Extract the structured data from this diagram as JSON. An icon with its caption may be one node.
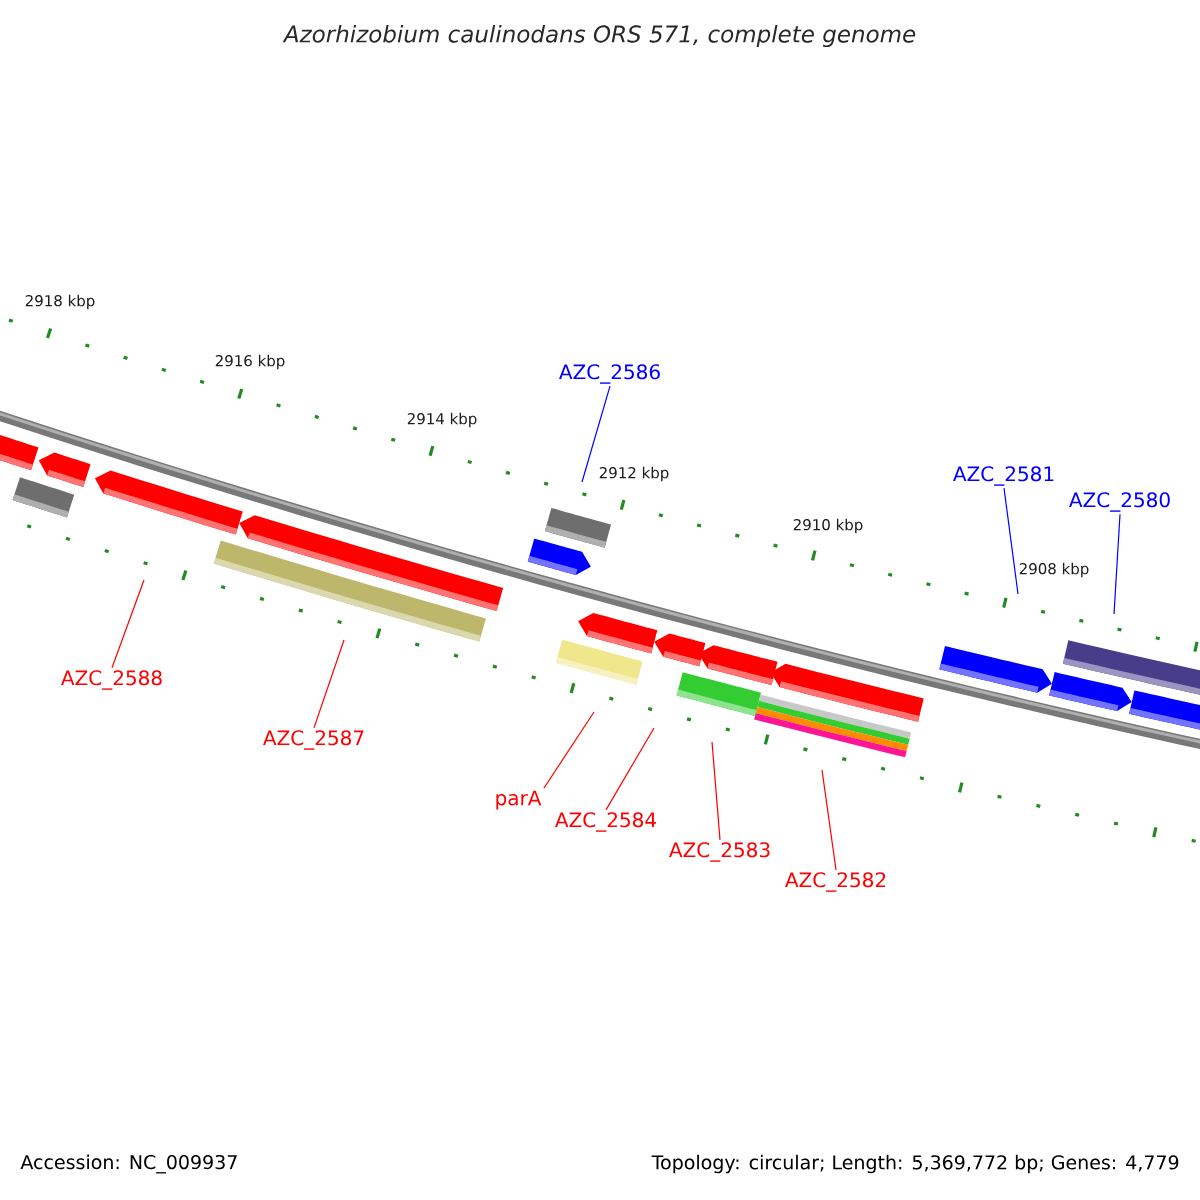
{
  "diagram": {
    "title": "Azorhizobium caulinodans ORS 571, complete genome",
    "nodes": [
      {
        "text": [
          "AZC_2586"
        ]
      },
      {
        "text": [
          "AZC_2581"
        ]
      },
      {
        "text": [
          "AZC_2580"
        ]
      },
      {
        "text": [
          "AZC_2588"
        ]
      },
      {
        "text": [
          "AZC_2587"
        ]
      },
      {
        "text": [
          "parA"
        ]
      },
      {
        "text": [
          "AZC_2584"
        ]
      },
      {
        "text": [
          "AZC_2583"
        ]
      },
      {
        "text": [
          "AZC_2582"
        ]
      }
    ],
    "edges": [
      {
        "from": 0,
        "to": null,
        "arrow": "none",
        "color": "#0000ff"
      },
      {
        "from": 1,
        "to": null,
        "arrow": "none",
        "color": "#0000ff"
      },
      {
        "from": 2,
        "to": null,
        "arrow": "none",
        "color": "#0000ff"
      },
      {
        "from": 3,
        "to": null,
        "arrow": "none"
      },
      {
        "from": 4,
        "to": null,
        "arrow": "none"
      },
      {
        "from": 5,
        "to": null,
        "arrow": "none"
      },
      {
        "from": 6,
        "to": null,
        "arrow": "none"
      },
      {
        "from": 7,
        "to": null,
        "arrow": "none"
      },
      {
        "from": 8,
        "to": null,
        "arrow": "none"
      }
    ],
    "labels": [
      "2918 kbp",
      "2916 kbp",
      "2914 kbp",
      "2912 kbp",
      "2910 kbp",
      "2908 kbp",
      "Accession: NC_009937",
      "Topology: circular; Length: 5,369,772 bp; Genes: 4,779"
    ]
  }
}
